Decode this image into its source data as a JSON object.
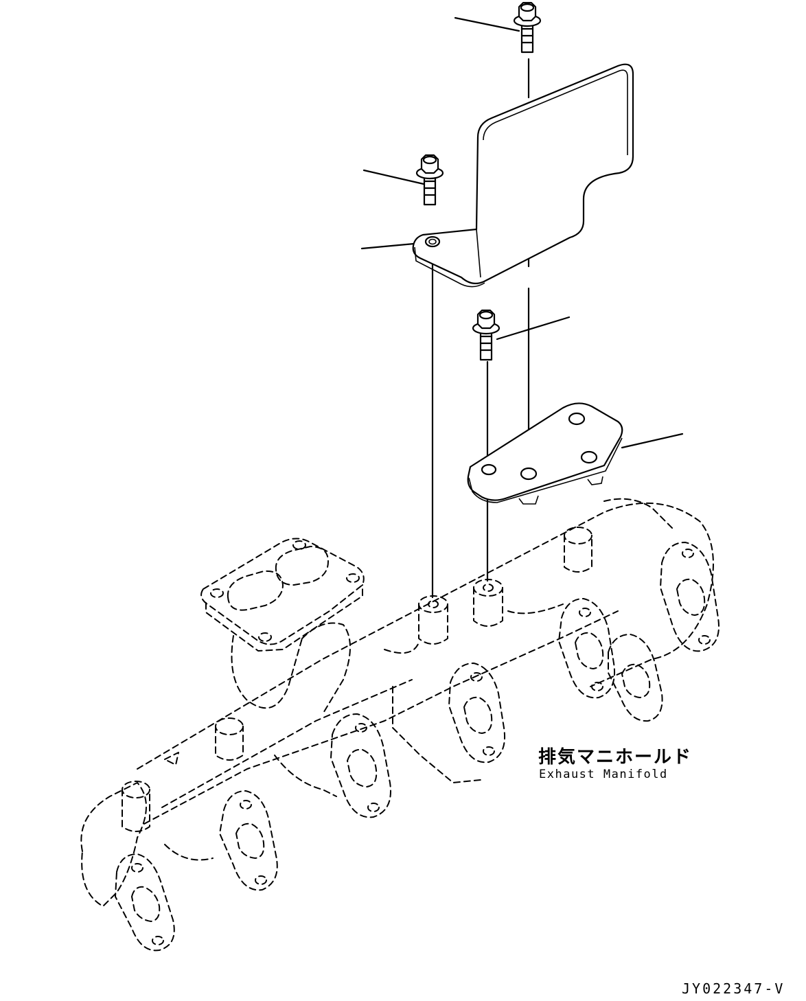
{
  "labels": {
    "part_name_jp": "排気マニホールド",
    "part_name_en": "Exhaust Manifold"
  },
  "drawing_code": "JY022347-V"
}
